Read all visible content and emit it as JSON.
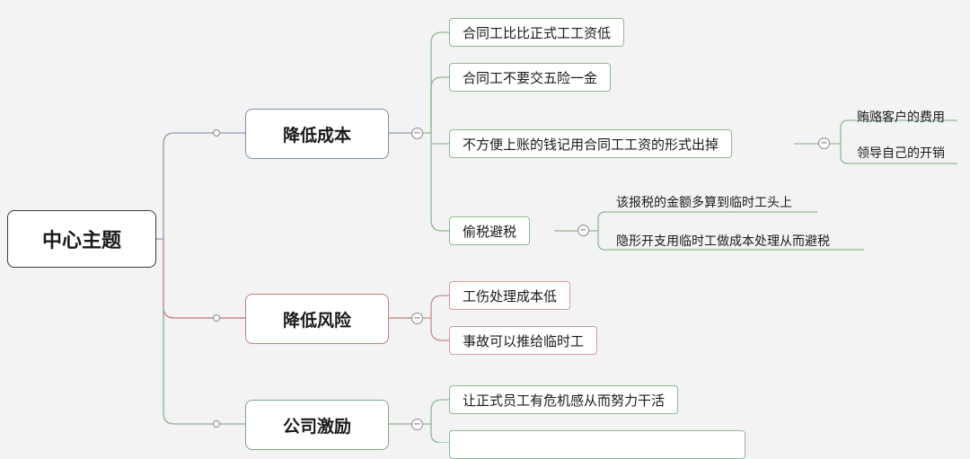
{
  "root": {
    "label": "中心主题"
  },
  "branches": [
    {
      "label": "降低成本",
      "children": [
        {
          "label": "合同工比比正式工工资低"
        },
        {
          "label": "合同工不要交五险一金"
        },
        {
          "label": "不方便上账的钱记用合同工工资的形式出掉",
          "children": [
            "贿赂客户的费用",
            "领导自己的开销"
          ]
        },
        {
          "label": "偷税避税",
          "children": [
            "该报税的金额多算到临时工头上",
            "隐形开支用临时工做成本处理从而避税"
          ]
        }
      ]
    },
    {
      "label": "降低风险",
      "children": [
        {
          "label": "工伤处理成本低"
        },
        {
          "label": "事故可以推给临时工"
        }
      ]
    },
    {
      "label": "公司激励",
      "children": [
        {
          "label": "让正式员工有危机感从而努力干活"
        },
        {
          "label": ""
        }
      ]
    }
  ],
  "collapse_symbol": "−",
  "colors": {
    "branch_blue": "#8a9bb0",
    "branch_red": "#c27878",
    "branch_green": "#8ab08e",
    "leaf_border": "#8fb894"
  }
}
